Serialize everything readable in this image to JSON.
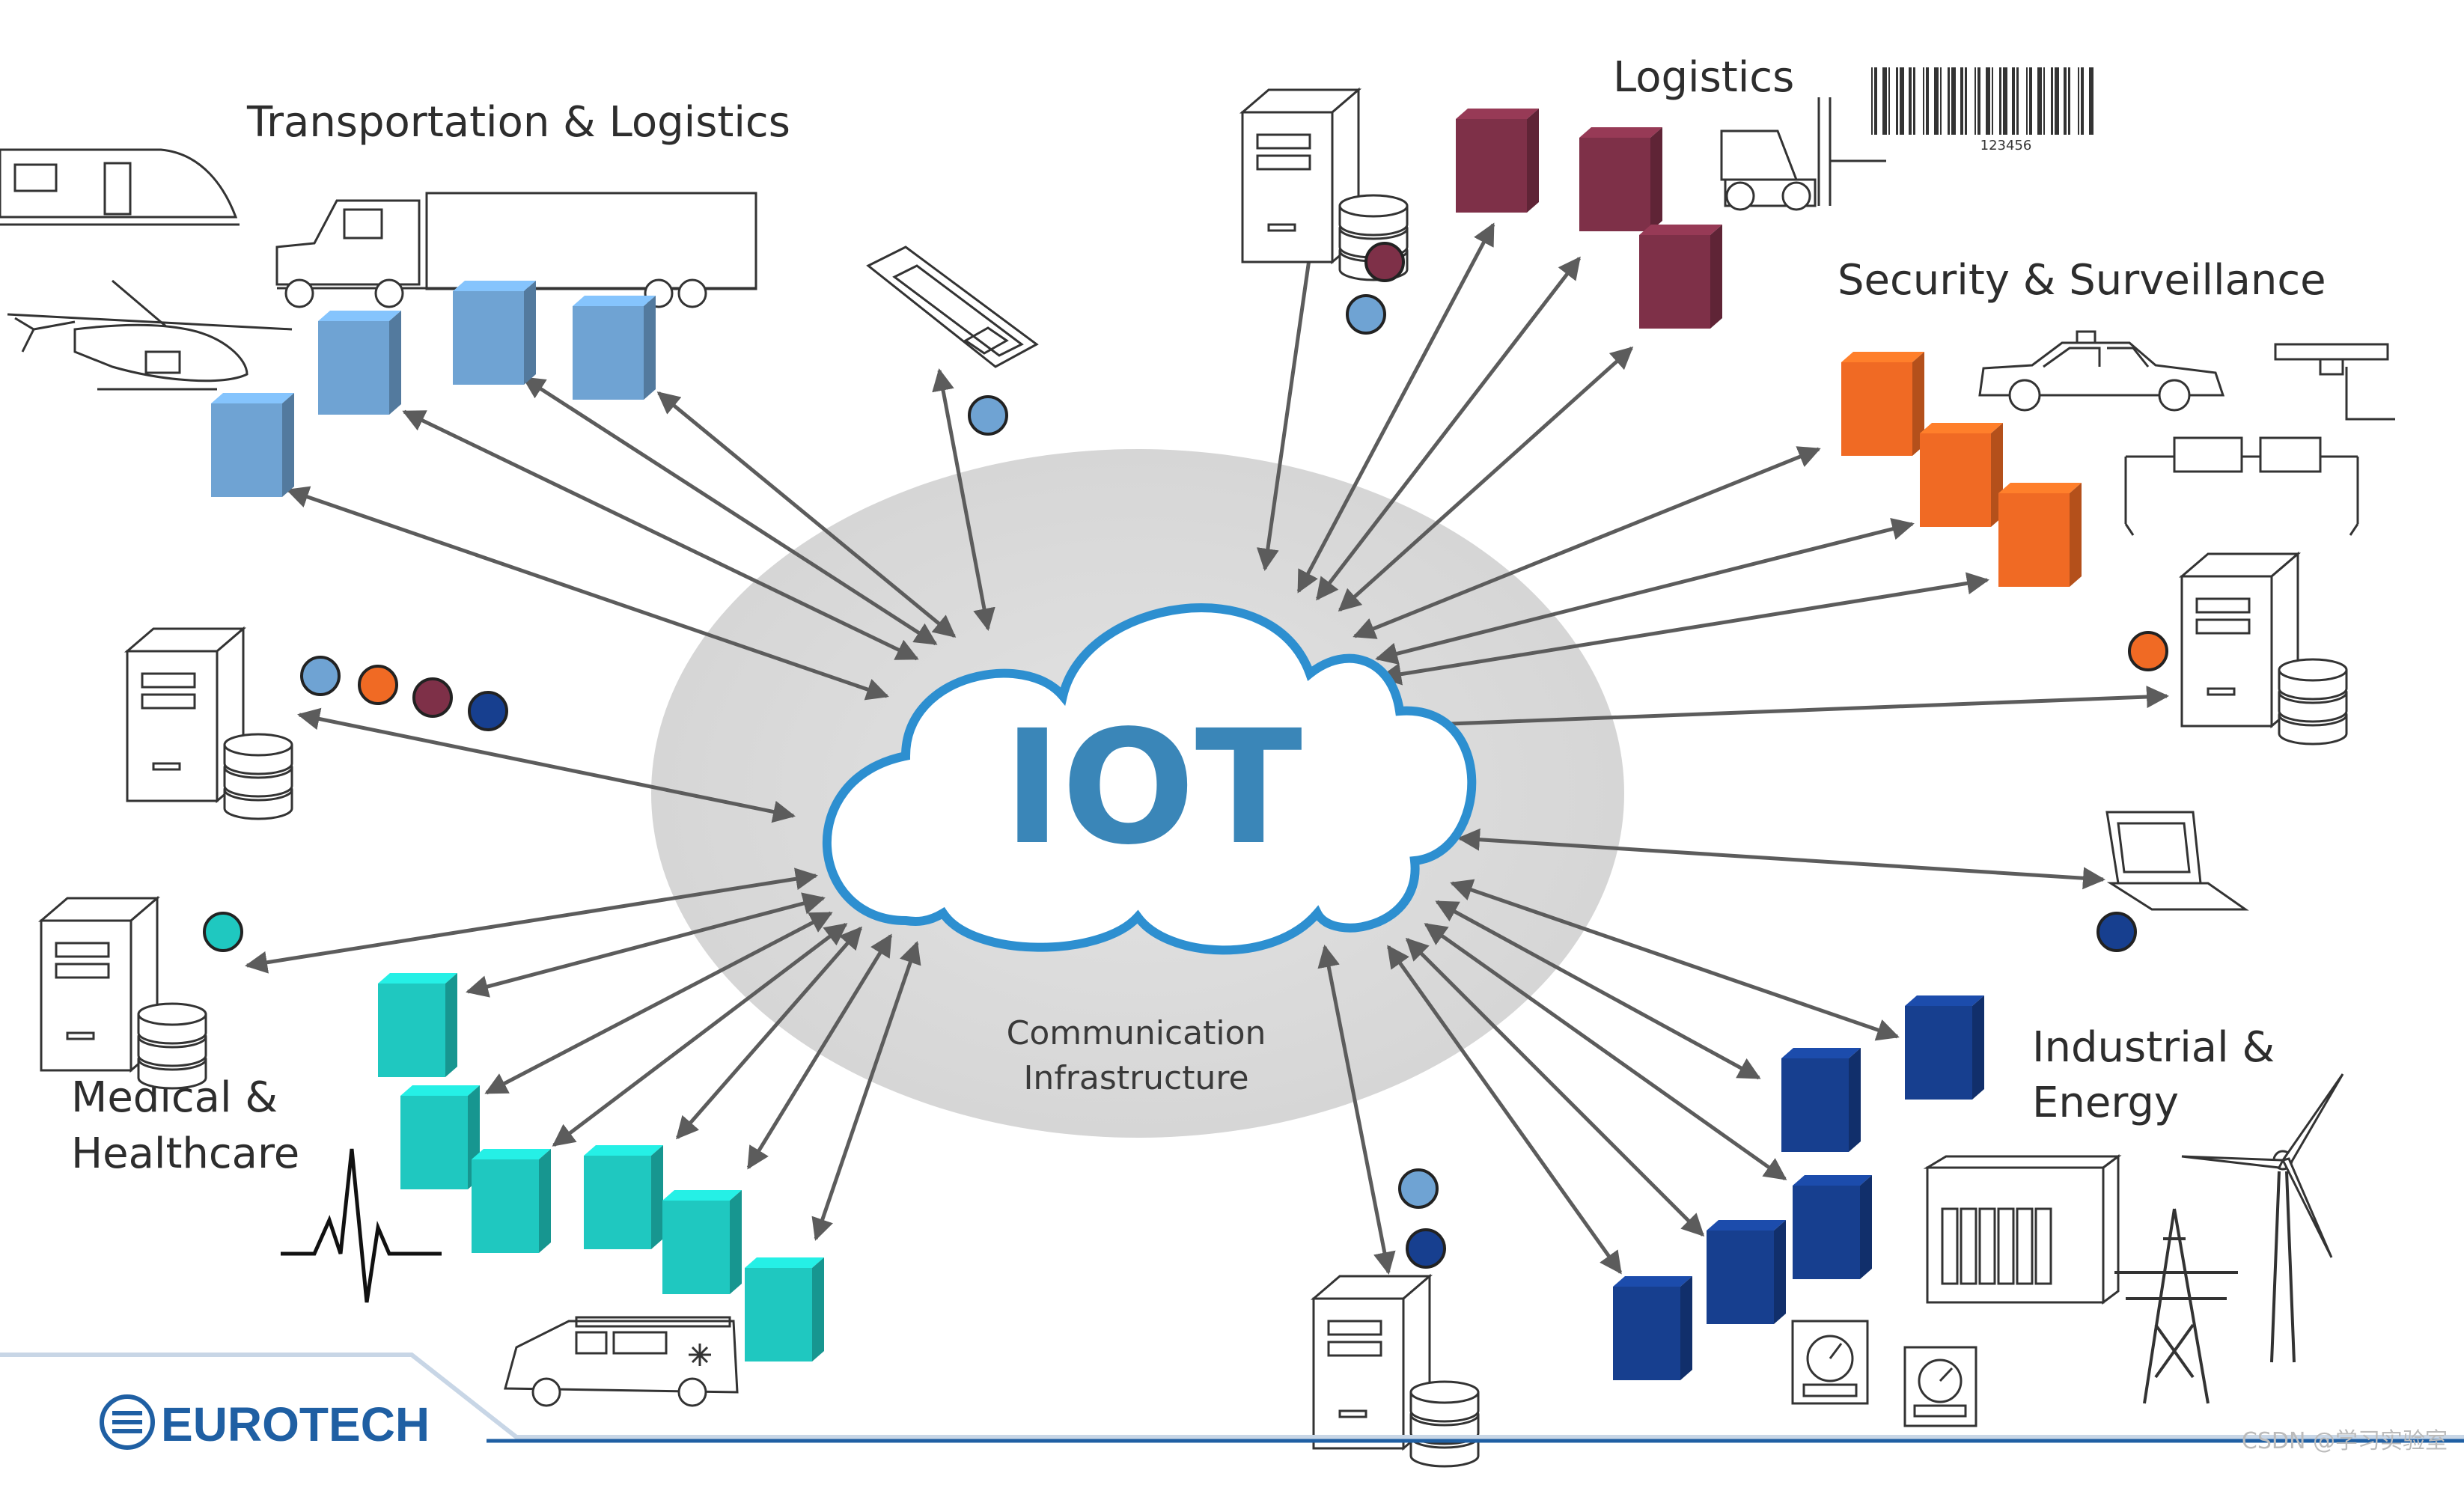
{
  "center": {
    "title": "IOT",
    "cloud_subtitle": [
      "Communication",
      "Infrastructure"
    ]
  },
  "sections": {
    "transportation": "Transportation & Logistics",
    "logistics": "Logistics",
    "security": "Security & Surveillance",
    "medical": [
      "Medical &",
      "Healthcare"
    ],
    "industrial": [
      "Industrial &",
      "Energy"
    ]
  },
  "barcode_number": "123456",
  "brand": "EUROTECH",
  "watermark": "CSDN @学习实验室",
  "colors": {
    "cloud_stroke": "#2d8fd0",
    "iot_text": "#3a86b8",
    "halo": "#dcdcdc",
    "arrow": "#5c5c5c",
    "light_blue": "#6fa3d3",
    "maroon": "#7e3048",
    "orange": "#f06a24",
    "teal": "#1fc8c0",
    "navy": "#173f8f",
    "brand_blue": "#1f5fa3"
  }
}
